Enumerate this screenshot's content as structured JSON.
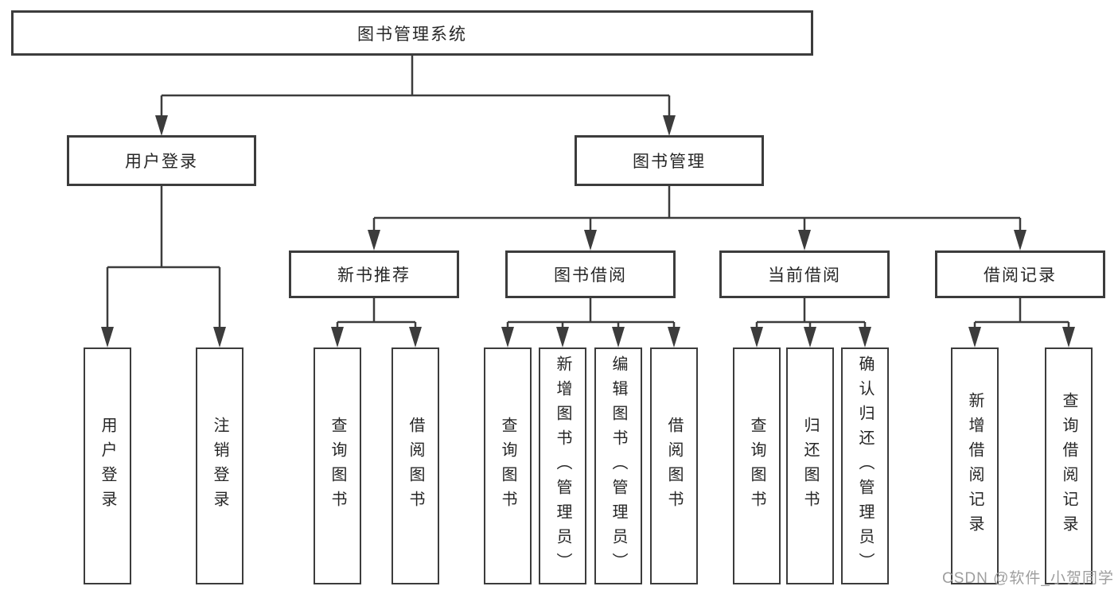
{
  "tree": {
    "label": "图书管理系统",
    "children": [
      {
        "label": "用户登录",
        "children": [
          {
            "label": "用户登录"
          },
          {
            "label": "注销登录"
          }
        ]
      },
      {
        "label": "图书管理",
        "children": [
          {
            "label": "新书推荐",
            "children": [
              {
                "label": "查询图书"
              },
              {
                "label": "借阅图书"
              }
            ]
          },
          {
            "label": "图书借阅",
            "children": [
              {
                "label": "查询图书"
              },
              {
                "label": "新增图书（管理员）"
              },
              {
                "label": "编辑图书（管理员）"
              },
              {
                "label": "借阅图书"
              }
            ]
          },
          {
            "label": "当前借阅",
            "children": [
              {
                "label": "查询图书"
              },
              {
                "label": "归还图书"
              },
              {
                "label": "确认归还（管理员）"
              }
            ]
          },
          {
            "label": "借阅记录",
            "children": [
              {
                "label": "新增借阅记录"
              },
              {
                "label": "查询借阅记录"
              }
            ]
          }
        ]
      }
    ]
  },
  "watermark": {
    "text": "CSDN @软件_小贺同学"
  },
  "colors": {
    "line": "#3c3c3c",
    "box_border": "#3c3c3c",
    "text": "#262626",
    "watermark": "#9e9e9e",
    "background": "#ffffff"
  }
}
